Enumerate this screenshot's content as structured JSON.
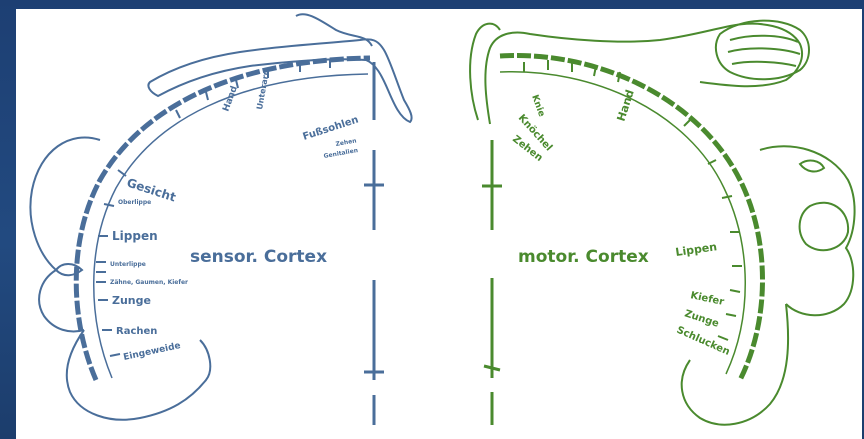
{
  "colors": {
    "sensory": "#4a6e9a",
    "motor": "#4a8a2e",
    "background": "#1f447a"
  },
  "sensory": {
    "title": "sensor. Cortex",
    "labels": {
      "fusssohlen": "Fußsohlen",
      "zehen": "Zehen",
      "genitalien": "Genitalien",
      "hand": "Hand",
      "unterarm": "Unterarm",
      "gesicht": "Gesicht",
      "oberlippe": "Oberlippe",
      "lippen": "Lippen",
      "unterlippe": "Unterlippe",
      "zaehne": "Zähne, Gaumen, Kiefer",
      "zunge": "Zunge",
      "rachen": "Rachen",
      "eingeweide": "Eingeweide"
    }
  },
  "motor": {
    "title": "motor. Cortex",
    "labels": {
      "zehen": "Zehen",
      "knoechel": "Knöchel",
      "knie": "Knie",
      "hand": "Hand",
      "lippen": "Lippen",
      "kiefer": "Kiefer",
      "zunge": "Zunge",
      "schlucken": "Schlucken"
    }
  }
}
